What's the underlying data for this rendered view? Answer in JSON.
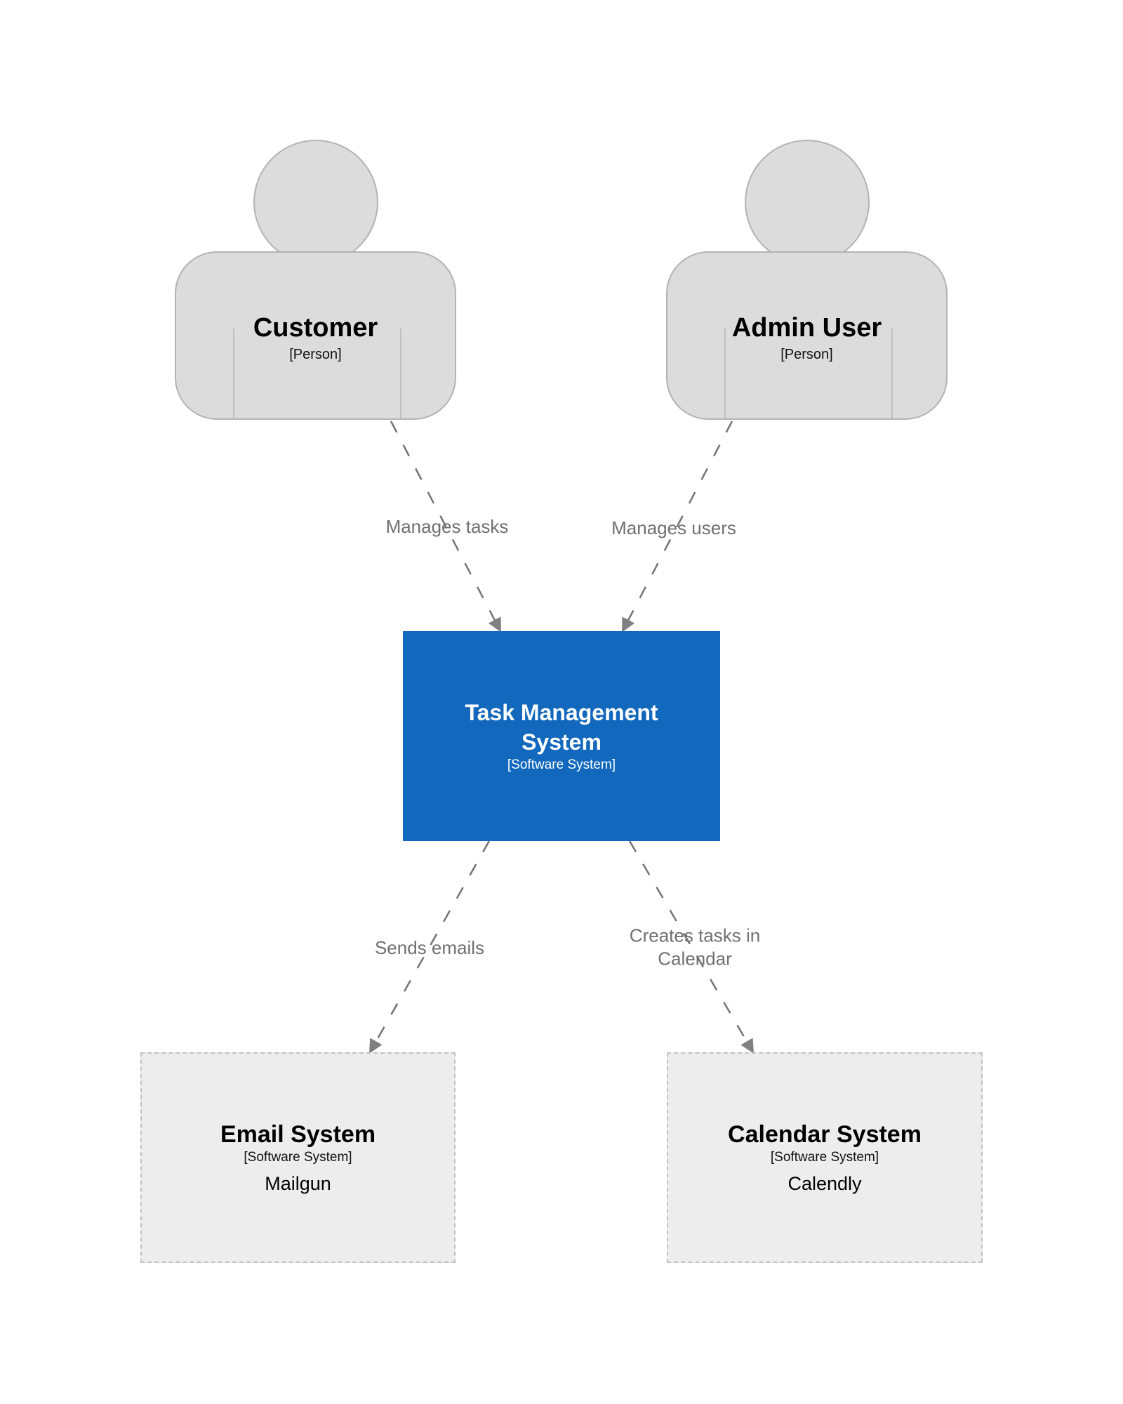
{
  "diagram": {
    "type": "c4-system-context",
    "colors": {
      "background": "#ffffff",
      "system_blue": "#1168bd",
      "system_text": "#ffffff",
      "person_fill": "#dcdcdc",
      "person_border": "#b3b3b3",
      "external_fill": "#ededed",
      "external_border": "#c2c2c2",
      "relationship_gray": "#707070",
      "arrowhead_gray": "#808080"
    },
    "nodes": {
      "customer": {
        "name": "Customer",
        "meta": "[Person]"
      },
      "admin": {
        "name": "Admin User",
        "meta": "[Person]"
      },
      "tms": {
        "name": "Task Management System",
        "meta": "[Software System]"
      },
      "email": {
        "name": "Email System",
        "meta": "[Software System]",
        "description": "Mailgun"
      },
      "calendar": {
        "name": "Calendar System",
        "meta": "[Software System]",
        "description": "Calendly"
      }
    },
    "relationships": [
      {
        "from": "Customer",
        "to": "Task Management System",
        "label": "Manages tasks"
      },
      {
        "from": "Admin User",
        "to": "Task Management System",
        "label": "Manages users"
      },
      {
        "from": "Task Management System",
        "to": "Email System",
        "label": "Sends emails"
      },
      {
        "from": "Task Management System",
        "to": "Calendar System",
        "label": "Creates tasks in Calendar"
      }
    ]
  }
}
